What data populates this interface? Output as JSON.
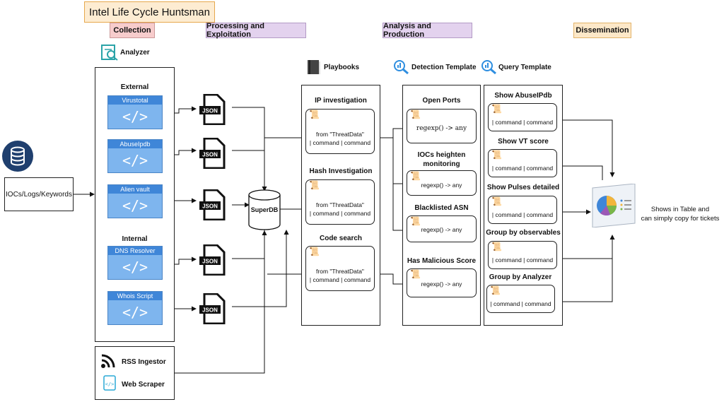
{
  "title": "Intel Life Cycle Huntsman",
  "phases": {
    "collection": "Collection",
    "processing": "Processing and Exploitation",
    "analysis": "Analysis and Production",
    "dissemination": "Dissemination"
  },
  "analyzer_label": "Analyzer",
  "external_label": "External",
  "internal_label": "Internal",
  "tools": {
    "virustotal": "Virustotal",
    "abuseipdb": "AbuseIpdb",
    "alienvault": "Alien vault",
    "dns": "DNS Resolver",
    "whois": "Whois Script",
    "code_glyph": "</>"
  },
  "json_label": "JSON",
  "input_label": "IOCs/Logs/Keywords",
  "superdb_label": "SuperDB",
  "rss_label": "RSS Ingestor",
  "webscraper_label": "Web Scraper",
  "playbooks": {
    "header": "Playbooks",
    "ip": {
      "title": "IP investigation",
      "line1": "from \"ThreatData\"",
      "line2": "| command | command"
    },
    "hash": {
      "title": "Hash Investigation",
      "line1": "from \"ThreatData\"",
      "line2": "| command | command"
    },
    "code": {
      "title": "Code search",
      "line1": "from \"ThreatData\"",
      "line2": "| command | command"
    }
  },
  "detection": {
    "header": "Detection Template",
    "items": [
      {
        "title": "Open Ports",
        "code": "regexp() -> any"
      },
      {
        "title": "IOCs heighten monitoring",
        "code": "regexp() -> any"
      },
      {
        "title": "Blacklisted ASN",
        "code": "regexp() -> any"
      },
      {
        "title": "Has Malicious Score",
        "code": "regexp() -> any"
      }
    ]
  },
  "query": {
    "header": "Query Template",
    "items": [
      {
        "title": "Show AbuseIPdb",
        "code": "| command | command"
      },
      {
        "title": "Show VT score",
        "code": "| command | command"
      },
      {
        "title": "Show Pulses detailed",
        "code": "| command | command"
      },
      {
        "title": "Group by observables",
        "code": "| command | command"
      },
      {
        "title": "Group by Analyzer",
        "code": "| command | command"
      }
    ]
  },
  "output_text_1": "Shows in Table and",
  "output_text_2": "can simply copy for tickets",
  "colors": {
    "blue_dark": "#1f3f6e",
    "card": "#7eb5ee",
    "card_header": "#3f86d8"
  }
}
